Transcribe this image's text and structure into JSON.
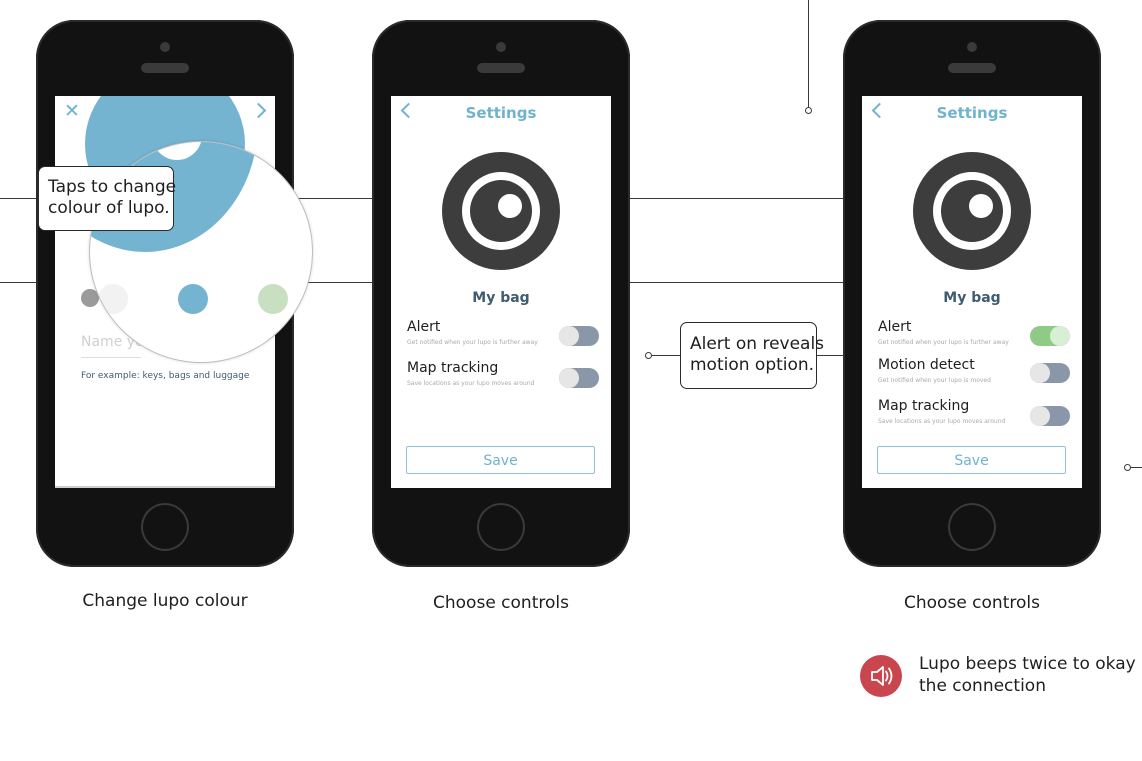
{
  "screens": [
    {
      "header_title": "Lupo found!",
      "name_placeholder": "Name yo",
      "example_hint": "For example: keys, bags and luggage",
      "caption": "Change lupo colour"
    },
    {
      "header_title": "Settings",
      "bag_label": "My bag",
      "options": [
        {
          "title": "Alert",
          "subtitle": "Get notified when your lupo is further away",
          "state": "off"
        },
        {
          "title": "Map tracking",
          "subtitle": "Save locations  as your lupo moves around",
          "state": "off"
        }
      ],
      "save_label": "Save",
      "caption": "Choose controls"
    },
    {
      "header_title": "Settings",
      "bag_label": "My bag",
      "options": [
        {
          "title": "Alert",
          "subtitle": "Get notified when your lupo is further away",
          "state": "on"
        },
        {
          "title": "Motion detect",
          "subtitle": "Get notified when your lupo is moved",
          "state": "off"
        },
        {
          "title": "Map tracking",
          "subtitle": "Save locations  as your lupo moves around",
          "state": "off"
        }
      ],
      "save_label": "Save",
      "caption": "Choose controls"
    }
  ],
  "callouts": {
    "change_colour": [
      "Taps to change",
      "colour of lupo."
    ],
    "alert_reveals": [
      "Alert on reveals",
      "motion option."
    ]
  },
  "beep_note": [
    "Lupo beeps twice to okay",
    "the connection"
  ],
  "swatch_colors": [
    "#9a9a9a",
    "#f2f2f2",
    "#75b4d0",
    "#c8dfc2"
  ],
  "colors": {
    "accent": "#6fb3cf",
    "toggle_on": "#8fca86",
    "toggle_off": "#8a97a8",
    "speaker_badge": "#c9464f",
    "phone_body": "#121212"
  },
  "icons": {
    "close": "close-icon",
    "back": "chevron-left-icon",
    "next": "chevron-right-icon",
    "eye": "eye-icon",
    "speaker": "speaker-icon"
  }
}
